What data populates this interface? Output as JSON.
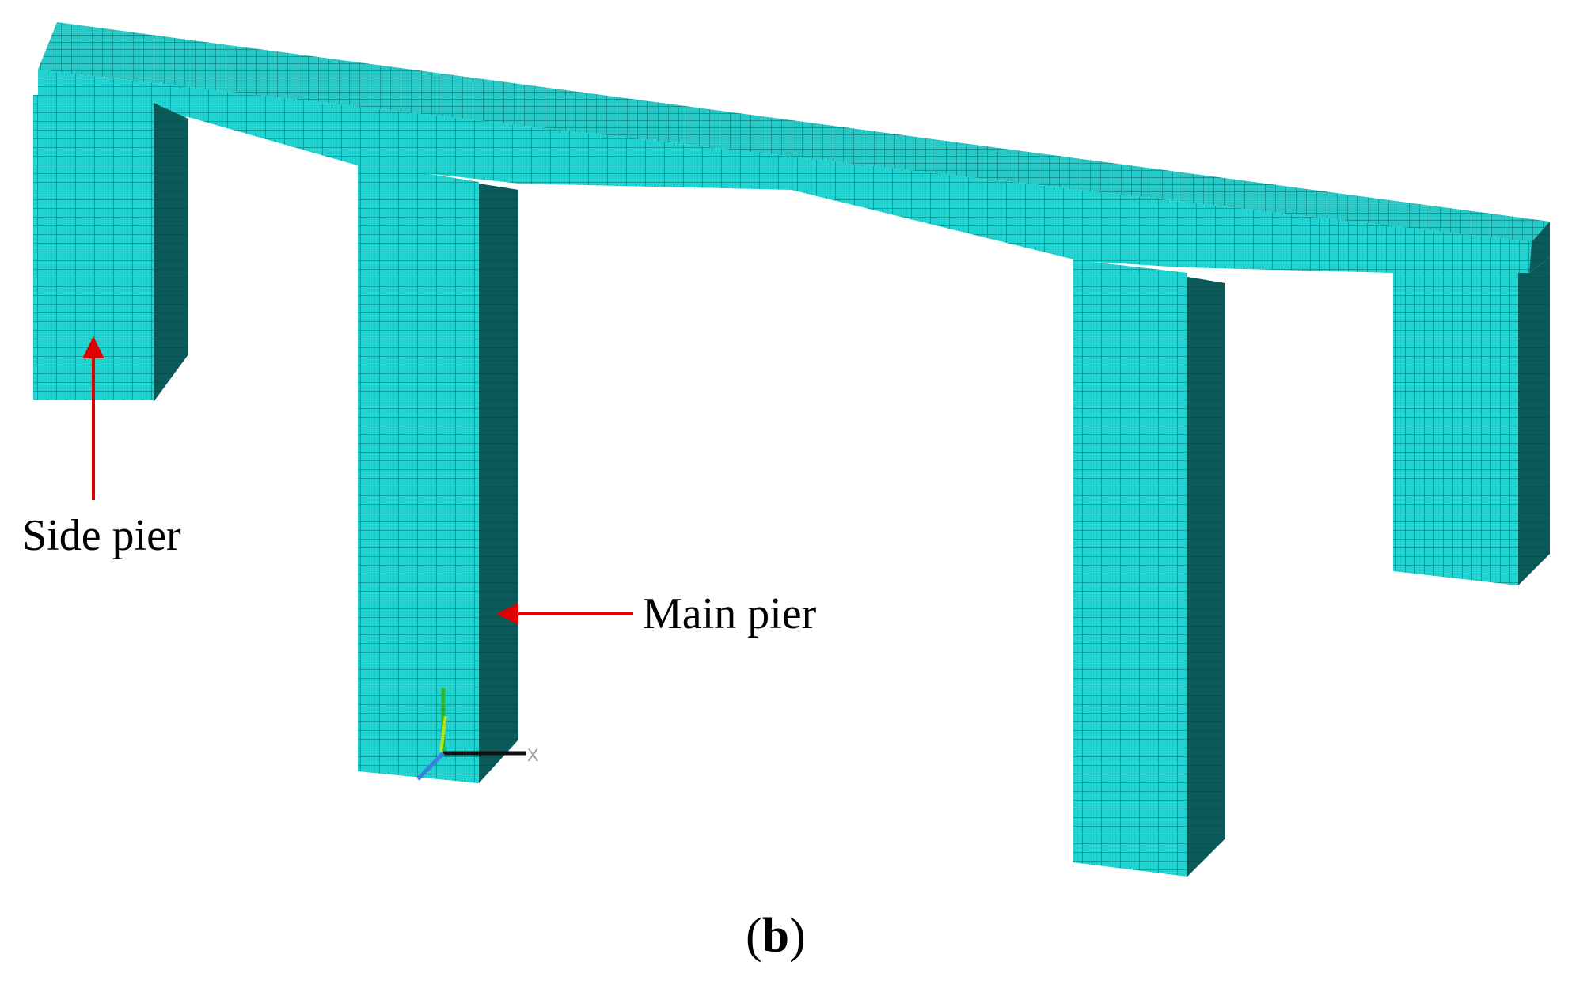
{
  "labels": {
    "side_pier": "Side pier",
    "main_pier": "Main pier",
    "subfigure_open": "(",
    "subfigure_letter": "b",
    "subfigure_close": ")"
  },
  "axis_triad": {
    "x_label": "X"
  },
  "colors": {
    "mesh_face": "#1fd0cf",
    "mesh_top": "#26c6c4",
    "mesh_dark_side": "#0c5c5c",
    "mesh_line": "#0d8a8a",
    "annotation_arrow": "#e00000",
    "background": "#ffffff"
  }
}
